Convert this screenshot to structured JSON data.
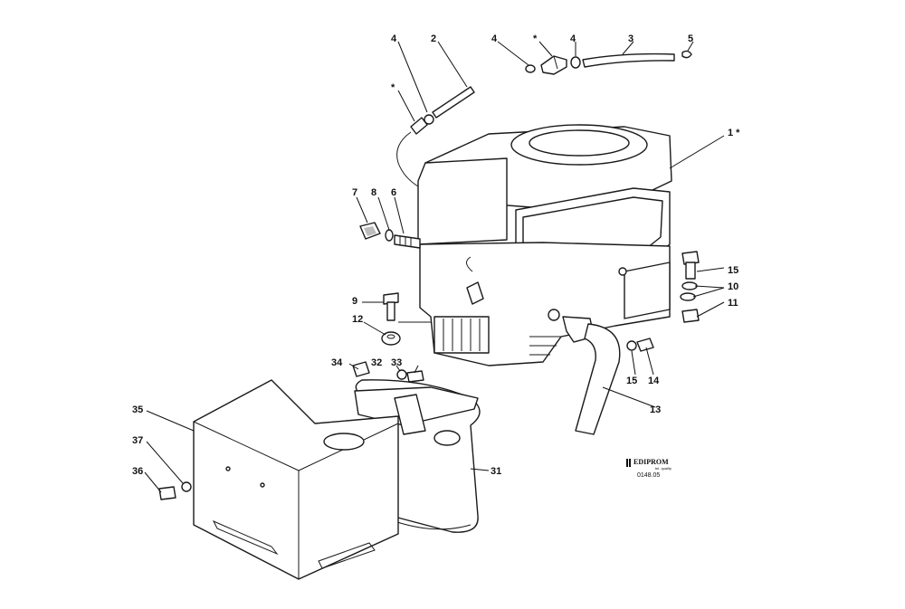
{
  "callouts": {
    "l1": "1 *",
    "l2": "2",
    "l3": "3",
    "l4a": "4",
    "l4b": "4",
    "l4c": "4",
    "l5": "5",
    "l6": "6",
    "l7": "7",
    "l8": "8",
    "l9": "9",
    "l10": "10",
    "l11": "11",
    "l12": "12",
    "l13": "13",
    "l14": "14",
    "l15a": "15",
    "l15b": "15",
    "l31": "31",
    "l32": "32",
    "l33": "33",
    "l34": "34",
    "l35": "35",
    "l36": "36",
    "l37": "37",
    "star_a": "*",
    "star_b": "*"
  },
  "logo": {
    "brand": "EDIPROM",
    "sub": "tel. quality",
    "code": "0148.05"
  }
}
